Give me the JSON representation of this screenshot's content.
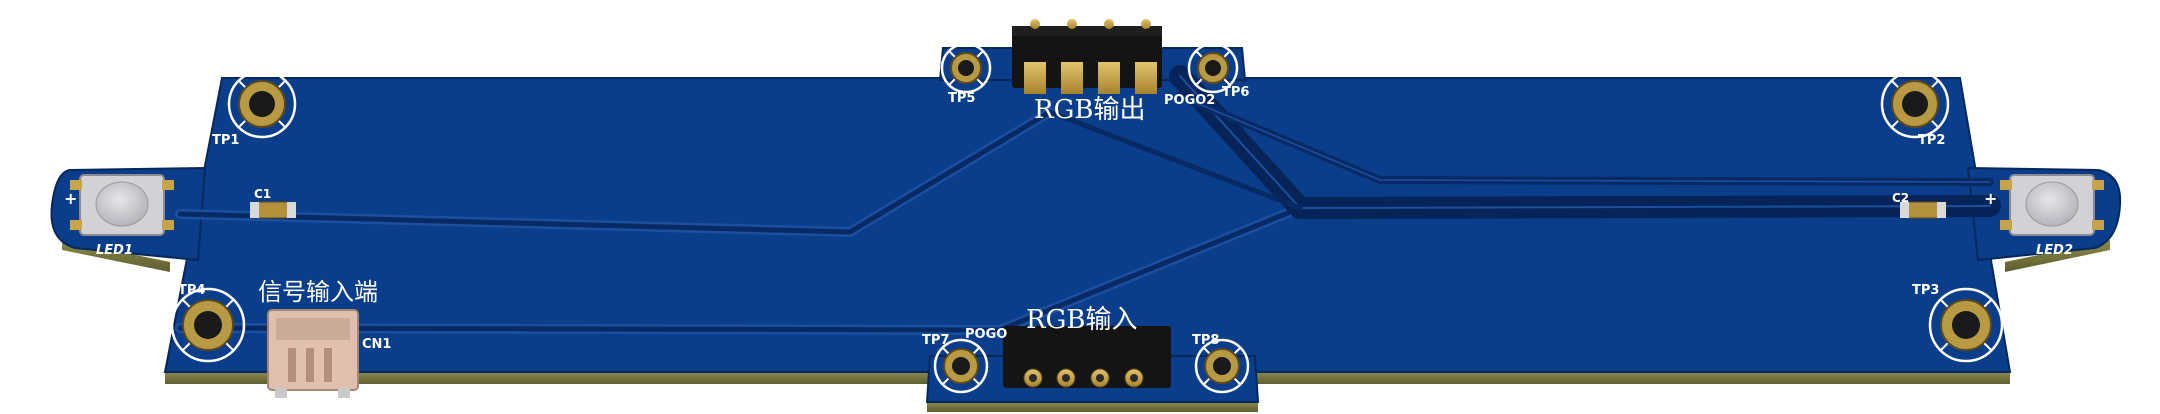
{
  "board": {
    "title_top": "RGB输出",
    "title_bottom": "RGB输入",
    "signal_label": "信号输入端",
    "connector_label": "CN1",
    "pogo_top_label": "POGO2",
    "pogo_bottom_label": "POGO",
    "test_points": [
      "TP1",
      "TP2",
      "TP3",
      "TP4",
      "TP5",
      "TP6",
      "TP7",
      "TP8"
    ],
    "capacitors": [
      "C1",
      "C2"
    ],
    "leds": [
      "LED1",
      "LED2"
    ],
    "plus_sign": "+"
  },
  "colors": {
    "pcb_blue": "#0a3d8a",
    "pcb_edge": "#7a7a3e",
    "trace": "#0c2f6e",
    "gold": "#c8a34a",
    "silkscreen": "#ffffff"
  }
}
